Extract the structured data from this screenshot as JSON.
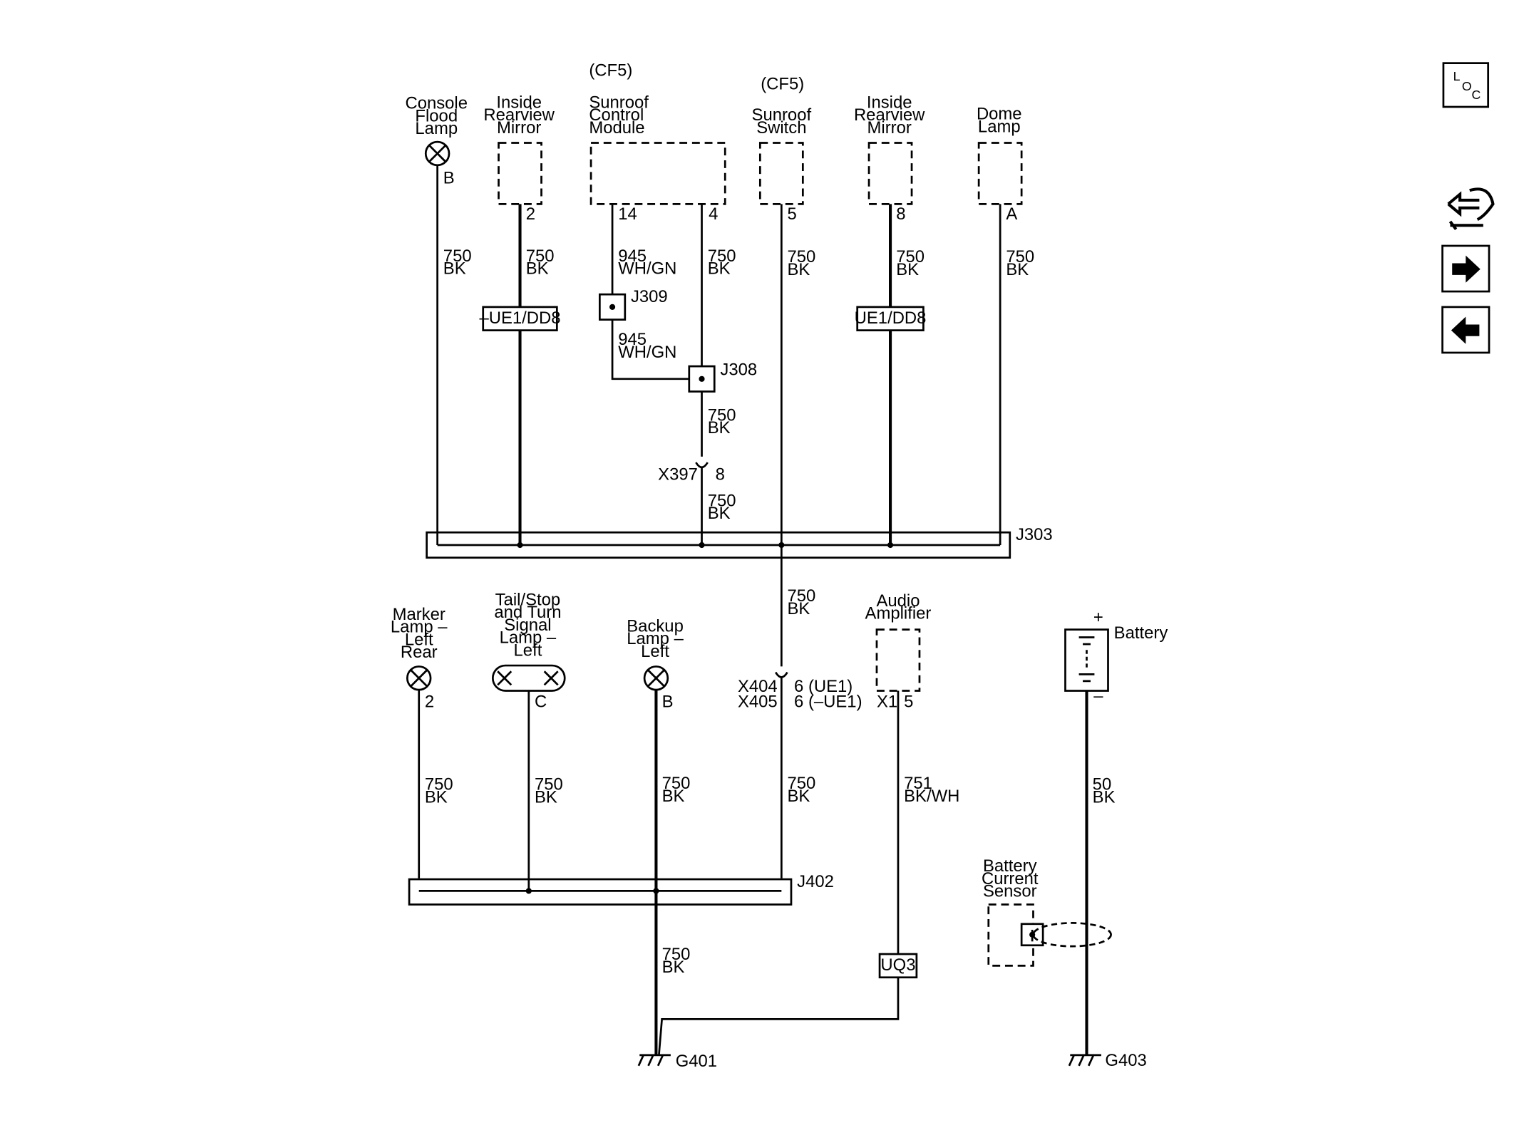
{
  "loc_icon": {
    "l": "L",
    "o": "O",
    "c": "C"
  },
  "nav": {
    "tool_icon": "tool-back-icon",
    "next_icon": "arrow-right-icon",
    "prev_icon": "arrow-left-icon"
  },
  "components": {
    "console_flood_lamp": [
      "Console",
      "Flood",
      "Lamp"
    ],
    "inside_mirror_1": [
      "Inside",
      "Rearview",
      "Mirror"
    ],
    "sunroof_module_option": "(CF5)",
    "sunroof_module": [
      "Sunroof",
      "Control",
      "Module"
    ],
    "sunroof_switch_option": "(CF5)",
    "sunroof_switch": [
      "Sunroof",
      "Switch"
    ],
    "inside_mirror_2": [
      "Inside",
      "Rearview",
      "Mirror"
    ],
    "dome_lamp": [
      "Dome",
      "Lamp"
    ],
    "marker_lamp": [
      "Marker",
      "Lamp –",
      "Left",
      "Rear"
    ],
    "tail_lamp": [
      "Tail/Stop",
      "and Turn",
      "Signal",
      "Lamp –",
      "Left"
    ],
    "backup_lamp": [
      "Backup",
      "Lamp –",
      "Left"
    ],
    "audio_amp": [
      "Audio",
      "Amplifier"
    ],
    "battery": "Battery",
    "battery_sensor": [
      "Battery",
      "Current",
      "Sensor"
    ]
  },
  "pins": {
    "console": "B",
    "mirror1": "2",
    "module_a": "14",
    "module_b": "4",
    "switch": "5",
    "mirror2": "8",
    "dome": "A",
    "marker": "2",
    "tail": "C",
    "backup": "B",
    "amp_conn": "X1",
    "amp_pin": "5",
    "batt_plus": "+",
    "batt_minus": "–"
  },
  "wires": {
    "w750": [
      "750",
      "BK"
    ],
    "w945": [
      "945",
      "WH/GN"
    ],
    "w751": [
      "751",
      "BK/WH"
    ],
    "w50": [
      "50",
      "BK"
    ]
  },
  "options": {
    "mirror1": "–UE1/DD8",
    "mirror2": "UE1/DD8",
    "uq3": "UQ3"
  },
  "splices": {
    "j309": "J309",
    "j308": "J308",
    "j303": "J303",
    "j402": "J402"
  },
  "connectors": {
    "x397": "X397",
    "x397_pin": "8",
    "x404": "X404",
    "x404_pin": "6 (UE1)",
    "x405": "X405",
    "x405_pin": "6 (–UE1)"
  },
  "grounds": {
    "g401": "G401",
    "g403": "G403"
  }
}
